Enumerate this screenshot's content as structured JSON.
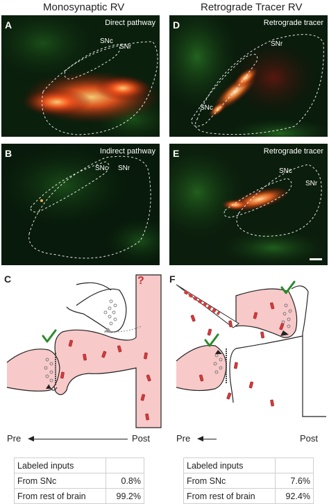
{
  "columns": {
    "left_title": "Monosynaptic RV",
    "right_title": "Retrograde Tracer RV"
  },
  "panels": {
    "A": {
      "letter": "A",
      "title": "Direct pathway",
      "snc": "SNc",
      "snr": "SNr"
    },
    "B": {
      "letter": "B",
      "title": "Indirect pathway",
      "snc": "SNc",
      "snr": "SNr"
    },
    "D": {
      "letter": "D",
      "title": "Retrograde tracer",
      "snc": "SNc",
      "snr": "SNr"
    },
    "E": {
      "letter": "E",
      "title": "Retrograde tracer",
      "snc": "SNc",
      "snr": "SNr"
    }
  },
  "schematics": {
    "C": {
      "letter": "C",
      "question_mark": "?"
    },
    "F": {
      "letter": "F"
    }
  },
  "axis": {
    "left_pre": "Pre",
    "left_post": "Post",
    "right_pre": "Pre",
    "right_post": "Post"
  },
  "tables": {
    "left": {
      "header": "Labeled inputs",
      "rows": [
        {
          "label": "From SNc",
          "value": "0.8%"
        },
        {
          "label": "From rest of brain",
          "value": "99.2%"
        }
      ]
    },
    "right": {
      "header": "Labeled inputs",
      "rows": [
        {
          "label": "From SNc",
          "value": "7.6%"
        },
        {
          "label": "From rest of brain",
          "value": "92.4%"
        }
      ]
    }
  },
  "colors": {
    "background_tissue": "#06130a",
    "green_signal": "#2f8a2a",
    "red_signal": "#d2281c",
    "hot_signal": "#ffb347",
    "cell_fill": "#f7c9c9",
    "vesicle_red": "#d43a3a",
    "check_green": "#2a8a2a",
    "question_red": "#cc2b2b"
  }
}
